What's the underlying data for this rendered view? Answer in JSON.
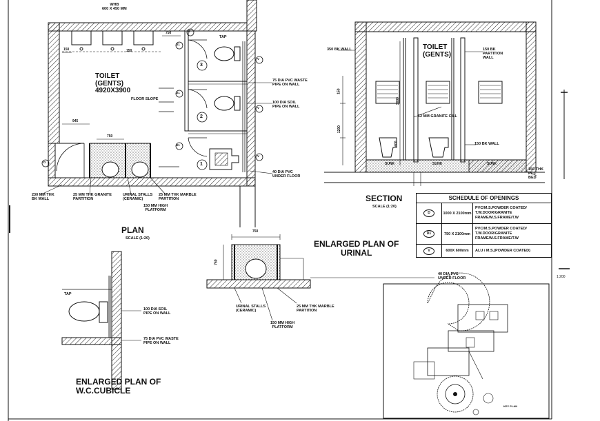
{
  "plan": {
    "whb_label": "WHB\n600 X 450 MM",
    "tap_label": "TAP",
    "toilet_title": "TOILET\n(GENTS)\n4920X3900",
    "floor_slope": "FLOOR SLOPE",
    "pvc_waste": "75 DIA PVC WASTE\nPIPE ON WALL",
    "soil_pipe": "100 DIA SOIL\nPIPE ON WALL",
    "pvc_under": "40 DIA PVC\nUNDER FLOOR",
    "wall_230": "230 MM THK\nBK WALL",
    "granite_partition": "25 MM THK GRANITE\nPARTITION",
    "urinal_stalls": "URINAL STALLS\n(CERAMIC)",
    "marble_partition": "25 MM THK MARBLE\nPARTITION",
    "platform": "150 MM HIGH\nPLATFORM",
    "title": "PLAN",
    "scale": "SCALE (1:20)",
    "cubicle_numbers": [
      "3",
      "2",
      "1"
    ],
    "door_tags": [
      "D1",
      "D1",
      "D1",
      "D"
    ],
    "vent_tags": [
      "V",
      "V",
      "V",
      "V"
    ],
    "dims": [
      "750",
      "945",
      "750",
      "150",
      "150"
    ]
  },
  "section": {
    "wall_left": "350 BK WALL",
    "toilet_title": "TOILET\n(GENTS)",
    "wall_right": "150 BK\nPARTITION\nWALL",
    "granite_cill": "12 MM GRANITE CILL",
    "bk_wall": "150 BK WALL",
    "pcc_bed": "150 THK\nPCC\nBED",
    "sunk": [
      "SUNK",
      "SUNK",
      "SUNK"
    ],
    "dims": [
      "150",
      "3000",
      "1200",
      "600"
    ],
    "title": "SECTION",
    "scale": "SCALE (1:20)"
  },
  "schedule": {
    "title": "SCHEDULE OF OPENINGS",
    "rows": [
      {
        "tag": "D",
        "size": "1000 X 2100mm",
        "desc": "PVC/M.S.POWDER COATED/\nT.W.DOOR/GRANITE\nFRAME/M.S.FRAME/T.W"
      },
      {
        "tag": "D1",
        "size": "750 X 2100mm",
        "desc": "PVC/M.S.POWDER COATED/\nT.W.DOOR/GRANITE\nFRAME/M.S.FRAME/T.W"
      },
      {
        "tag": "V",
        "size": "600X 600mm",
        "desc": "ALU / M.S.(POWDER COATED)"
      }
    ]
  },
  "urinal": {
    "title": "ENLARGED PLAN OF\nURINAL",
    "dim_top": "750",
    "dim_side": "750",
    "pvc_under": "40 DIA PVC\nUNDER FLOOR",
    "stalls": "URINAL STALLS\n(CERAMIC)",
    "marble": "25 MM THK MARBLE\nPARTITION",
    "platform": "150 MM HIGH\nPLATFORM"
  },
  "wc": {
    "tap": "TAP",
    "soil": "100 DIA SOIL\nPIPE ON WALL",
    "waste": "75 DIA PVC WASTE\nPIPE ON WALL",
    "title": "ENLARGED PLAN OF\nW.C.CUBICLE"
  },
  "key_plan": {
    "caption": "KEY PLAN"
  },
  "margin": {
    "scale_note": "1:200"
  }
}
